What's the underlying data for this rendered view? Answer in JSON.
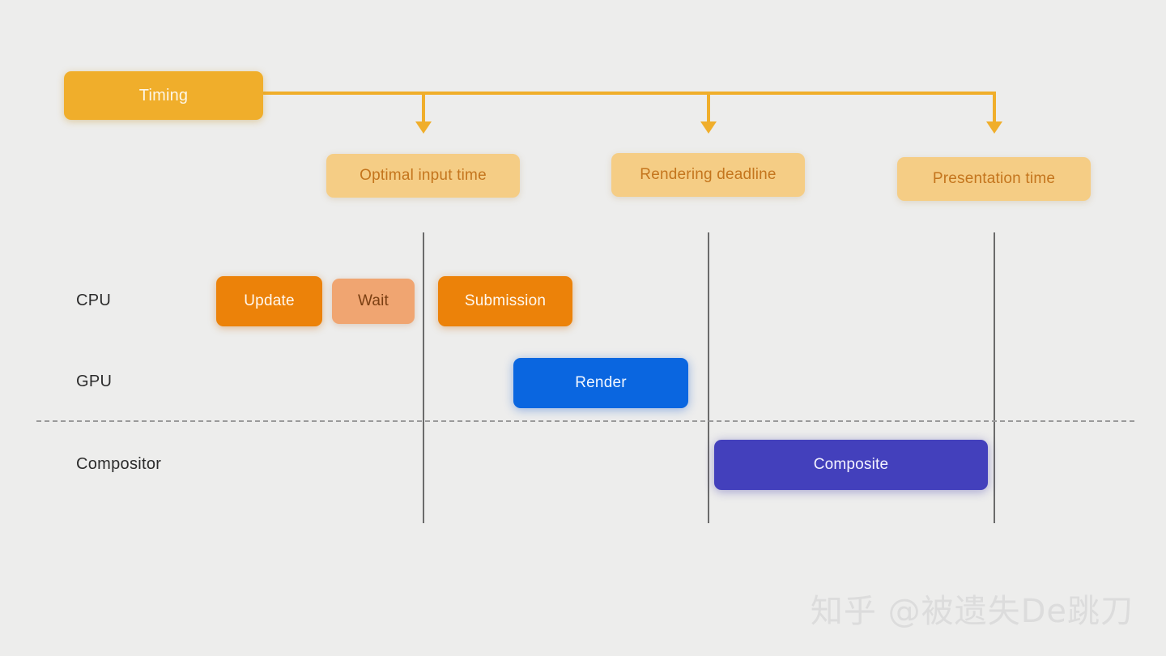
{
  "diagram": {
    "root": {
      "label": "Timing"
    },
    "milestones": [
      {
        "label": "Optimal input time"
      },
      {
        "label": "Rendering deadline"
      },
      {
        "label": "Presentation time"
      }
    ],
    "lanes": [
      {
        "label": "CPU"
      },
      {
        "label": "GPU"
      },
      {
        "label": "Compositor"
      }
    ],
    "tasks": [
      {
        "label": "Update",
        "lane": "CPU",
        "color": "#ec8209"
      },
      {
        "label": "Wait",
        "lane": "CPU",
        "color": "#f0a571"
      },
      {
        "label": "Submission",
        "lane": "CPU",
        "color": "#ec8209"
      },
      {
        "label": "Render",
        "lane": "GPU",
        "color": "#0a66e0"
      },
      {
        "label": "Composite",
        "lane": "Compositor",
        "color": "#4340bc"
      }
    ],
    "colors": {
      "background": "#ededec",
      "root_box": "#f0ae2b",
      "milestone_box": "#f5cd85",
      "milestone_text": "#c4751d",
      "connector": "#f0ae2b",
      "guide_line": "#6b6b6b",
      "dashed_separator": "#9a9a9a"
    }
  },
  "watermark": {
    "text": "知乎 @被遗失De跳刀"
  }
}
